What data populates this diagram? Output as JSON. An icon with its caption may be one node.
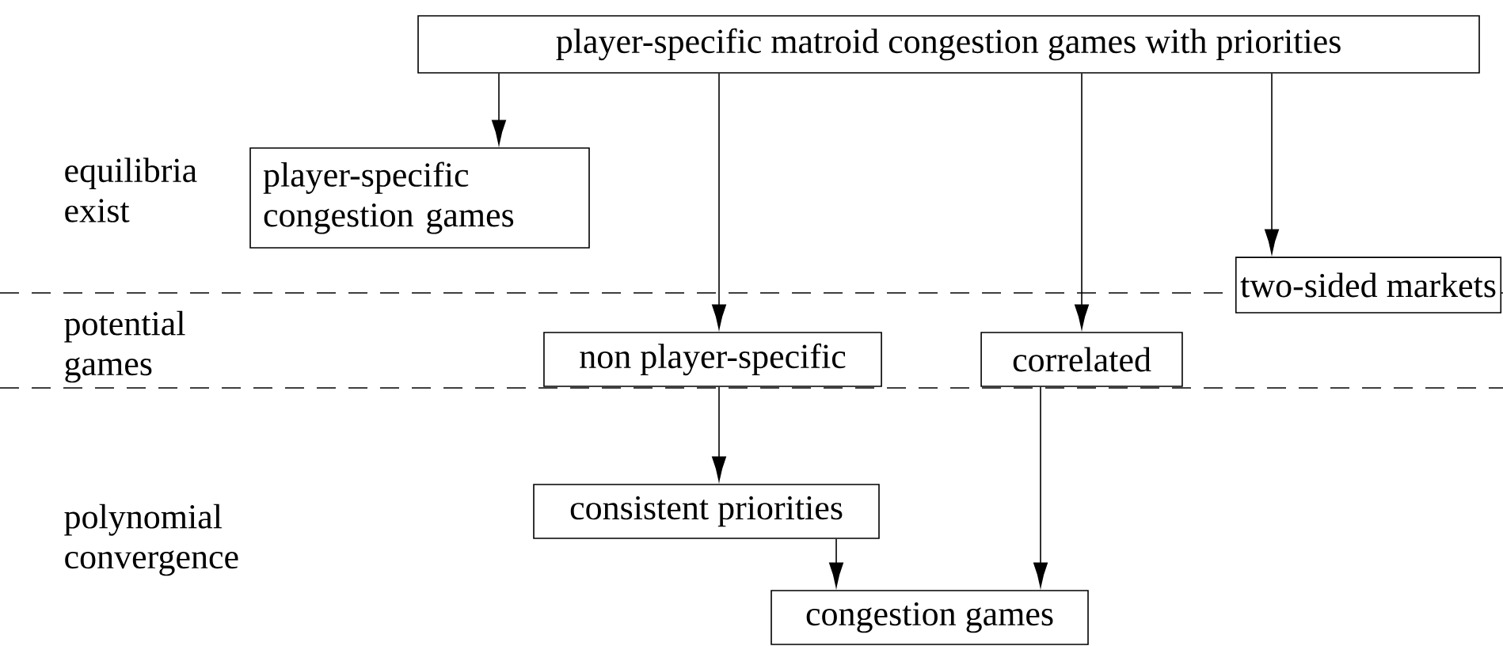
{
  "diagram": {
    "nodes": [
      {
        "text": [
          "player-specific matroid congestion games with priorities"
        ]
      },
      {
        "text": [
          "player-specific congestion games"
        ]
      },
      {
        "text": [
          "two-sided markets"
        ]
      },
      {
        "text": [
          "non player-specific"
        ]
      },
      {
        "text": [
          "correlated"
        ]
      },
      {
        "text": [
          "consistent priorities"
        ]
      },
      {
        "text": [
          "congestion games"
        ]
      }
    ],
    "edges": [
      {
        "from": 0,
        "to": 1,
        "arrow": "to"
      },
      {
        "from": 0,
        "to": 3,
        "arrow": "to"
      },
      {
        "from": 0,
        "to": 4,
        "arrow": "to"
      },
      {
        "from": 0,
        "to": 2,
        "arrow": "to"
      },
      {
        "from": 3,
        "to": 5,
        "arrow": "to"
      },
      {
        "from": 5,
        "to": 6,
        "arrow": "to"
      },
      {
        "from": 4,
        "to": 6,
        "arrow": "to"
      }
    ],
    "labels": [
      "equilibria exist",
      "potential games",
      "polynomial convergence"
    ]
  }
}
